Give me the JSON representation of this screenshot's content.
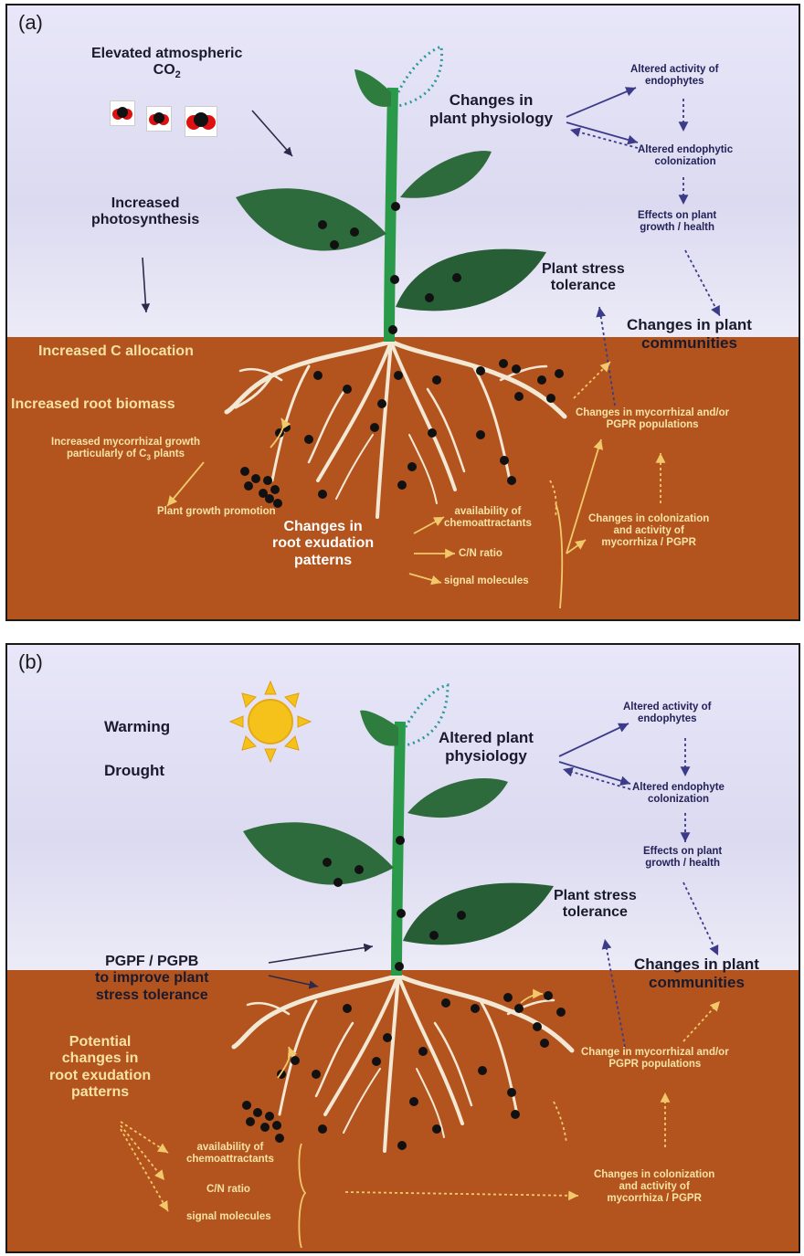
{
  "panel_a": {
    "tag": "(a)",
    "elevated_co2": "Elevated atmospheric",
    "co2": "CO",
    "co2_sub": "2",
    "increased_photosynthesis_1": "Increased",
    "increased_photosynthesis_2": "photosynthesis",
    "changes_physiology_1": "Changes in",
    "changes_physiology_2": "plant physiology",
    "altered_activity_1": "Altered activity of",
    "altered_activity_2": "endophytes",
    "altered_colonization_1": "Altered endophytic",
    "altered_colonization_2": "colonization",
    "effects_growth_1": "Effects on plant",
    "effects_growth_2": "growth / health",
    "stress_tolerance_1": "Plant stress",
    "stress_tolerance_2": "tolerance",
    "changes_communities_1": "Changes in plant",
    "changes_communities_2": "communities",
    "increased_c_allocation": "Increased C allocation",
    "increased_root_biomass": "Increased root biomass",
    "mycorrhizal_growth_1": "Increased mycorrhizal growth",
    "mycorrhizal_growth_2": "particularly of C",
    "mycorrhizal_growth_sub": "3",
    "mycorrhizal_growth_3": " plants",
    "plant_growth_promotion": "Plant growth promotion",
    "root_exudation_1": "Changes in",
    "root_exudation_2": "root exudation",
    "root_exudation_3": "patterns",
    "chemo_1": "availability of",
    "chemo_2": "chemoattractants",
    "cn_ratio": "C/N ratio",
    "signal_molecules": "signal molecules",
    "mycorrhizal_populations_1": "Changes in mycorrhizal and/or",
    "mycorrhizal_populations_2": "PGPR populations",
    "colonization_activity_1": "Changes in colonization",
    "colonization_activity_2": "and activity of",
    "colonization_activity_3": "mycorrhiza / PGPR"
  },
  "panel_b": {
    "tag": "(b)",
    "warming": "Warming",
    "drought": "Drought",
    "altered_physiology_1": "Altered plant",
    "altered_physiology_2": "physiology",
    "altered_activity_1": "Altered activity of",
    "altered_activity_2": "endophytes",
    "altered_colonization_1": "Altered endophyte",
    "altered_colonization_2": "colonization",
    "effects_growth_1": "Effects on plant",
    "effects_growth_2": "growth / health",
    "stress_tolerance_1": "Plant stress",
    "stress_tolerance_2": "tolerance",
    "changes_communities_1": "Changes in plant",
    "changes_communities_2": "communities",
    "pgpf_1": "PGPF / PGPB",
    "pgpf_2": "to improve plant",
    "pgpf_3": "stress tolerance",
    "potential_1": "Potential",
    "potential_2": "changes in",
    "potential_3": "root exudation",
    "potential_4": "patterns",
    "chemo_1": "availability of",
    "chemo_2": "chemoattractants",
    "cn_ratio": "C/N ratio",
    "signal_molecules": "signal molecules",
    "mycorrhizal_populations_1": "Change in mycorrhizal and/or",
    "mycorrhizal_populations_2": "PGPR populations",
    "colonization_activity_1": "Changes in colonization",
    "colonization_activity_2": "and activity of",
    "colonization_activity_3": "mycorrhiza / PGPR"
  },
  "colors": {
    "sky": "#e4e2f5",
    "soil": "#b3541f",
    "leaf": "#2e6b3c",
    "stem": "#2a9a4a",
    "root": "#f2e8d4",
    "cream_text": "#f6e3a4",
    "arrow_navy": "#3b3b8a",
    "sun": "#f4c21a"
  }
}
